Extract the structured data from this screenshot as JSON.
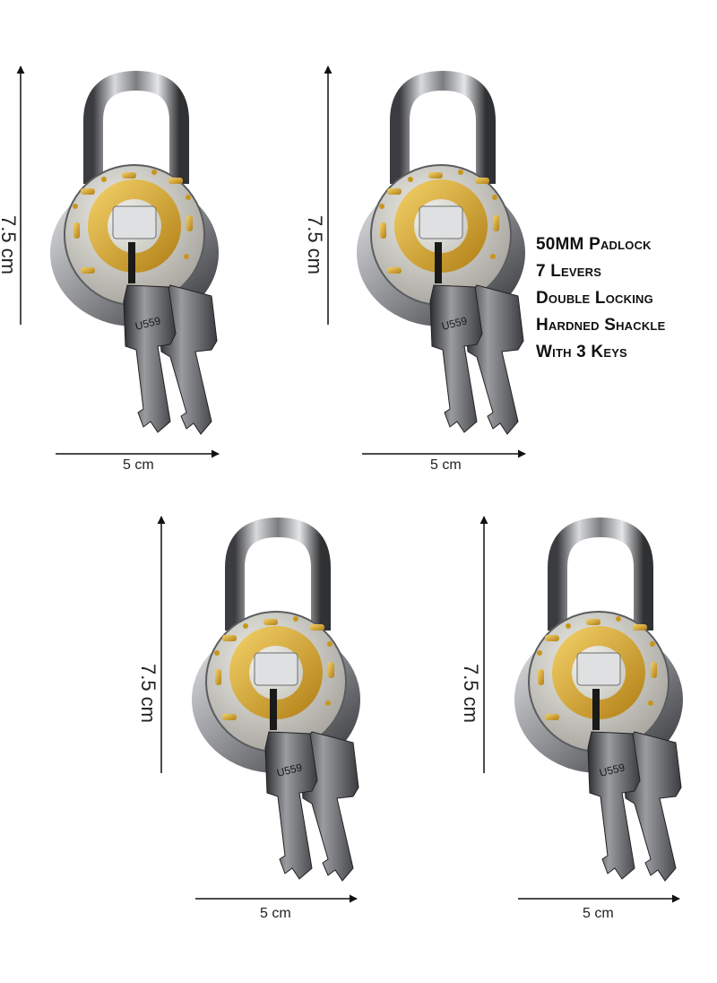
{
  "specs": {
    "line1": "50MM Padlock",
    "line2": "7 Levers",
    "line3": "Double Locking",
    "line4": "Hardned Shackle",
    "line5": "With 3 Keys"
  },
  "padlocks": [
    {
      "height_label": "7.5 cm",
      "width_label": "5 cm",
      "key_code": "U559"
    },
    {
      "height_label": "7.5 cm",
      "width_label": "5 cm",
      "key_code": "U559"
    },
    {
      "height_label": "7.5 cm",
      "width_label": "5 cm",
      "key_code": "U559"
    },
    {
      "height_label": "7.5 cm",
      "width_label": "5 cm",
      "key_code": "U559"
    }
  ],
  "colors": {
    "steel": "#8a8c8f",
    "steel_dark": "#3d3f42",
    "brass": "#d6a42a",
    "face": "#c9c7c0"
  },
  "icons": [
    "padlock-icon",
    "key-icon",
    "arrow-up-icon",
    "arrow-right-icon"
  ]
}
